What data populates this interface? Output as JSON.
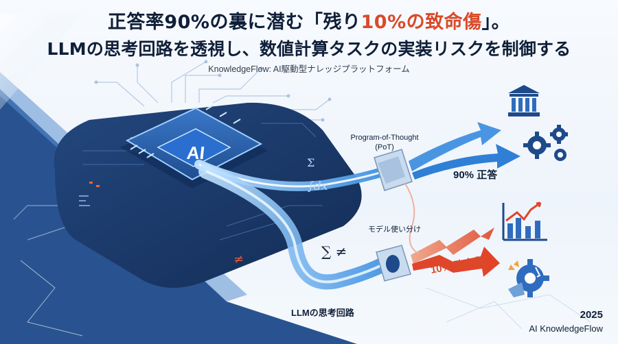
{
  "header": {
    "title_line1_prefix": "正答率90%の裏に潜む「残り",
    "title_line1_emphasis": "10%の致命傷",
    "title_line1_suffix": "」。",
    "title_line2": "LLMの思考回路を透視し、数値計算タスクの実装リスクを制御する",
    "subtitle": "KnowledgeFlow: AI駆動型ナレッジプラットフォーム"
  },
  "illustration": {
    "chip_label": "AI",
    "pot_label_line1": "Program-of-Thought",
    "pot_label_line2": "(PoT)",
    "correct_label": "90% 正答",
    "switch_label": "モデル使い分け",
    "fatal_label": "10% 致命傷",
    "llm_label": "LLMの思考回路",
    "symbols": {
      "sigma": "Σ",
      "integral": "∫dx",
      "neq": "≠",
      "sum_neq": "∑ ≠"
    },
    "icons": [
      "bank-icon",
      "gears-icon",
      "broken-chart-icon",
      "broken-gear-icon"
    ],
    "colors": {
      "accent_red": "#d94a2a",
      "flow_blue": "#3d8fe0",
      "board_dark": "#1b3a6b",
      "title_navy": "#0f1f38"
    }
  },
  "footer": {
    "year": "2025",
    "brand": "AI KnowledgeFlow"
  }
}
